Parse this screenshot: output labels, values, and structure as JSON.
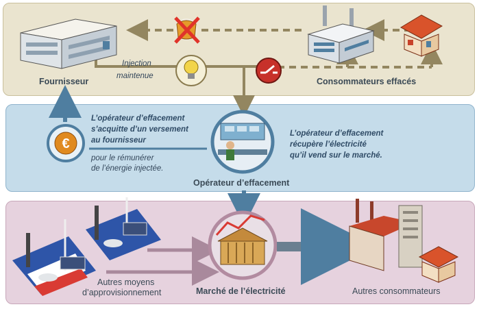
{
  "labels": {
    "fournisseur": "Fournisseur",
    "injection_line1": "Injection",
    "injection_line2": "maintenue",
    "consommateurs_effaces": "Consommateurs effacés",
    "acquitte_line1": "L’opérateur d’effacement",
    "acquitte_line2": "s’acquitte d’un versement",
    "acquitte_line3": "au fournisseur",
    "remunerer_line1": "pour le rémunérer",
    "remunerer_line2": "de l’énergie injectée.",
    "recupere_line1": "L’opérateur d’effacement",
    "recupere_line2": "récupère l’électricité",
    "recupere_line3": "qu’il vend sur le marché.",
    "operateur": "Opérateur d’effacement",
    "autres_moyens_line1": "Autres moyens",
    "autres_moyens_line2": "d’approvisionnement",
    "marche": "Marché de l’électricité",
    "autres_consommateurs": "Autres consommateurs"
  },
  "icons": {
    "blocked_flow": "crossed-out-fuel-icon",
    "euro": "euro-coin-icon",
    "bulb": "light-bulb-icon",
    "switch": "switch-icon",
    "operator": "operator-workstation-icon",
    "market": "market-building-icon"
  },
  "colors": {
    "panel_top": "#eae4cf",
    "panel_mid": "#c5dcea",
    "panel_bot": "#e6d2de",
    "arrow_olive": "#938660",
    "arrow_blue": "#4f7ea0",
    "arrow_mauve": "#a9899c",
    "cross_red": "#e0332a"
  }
}
